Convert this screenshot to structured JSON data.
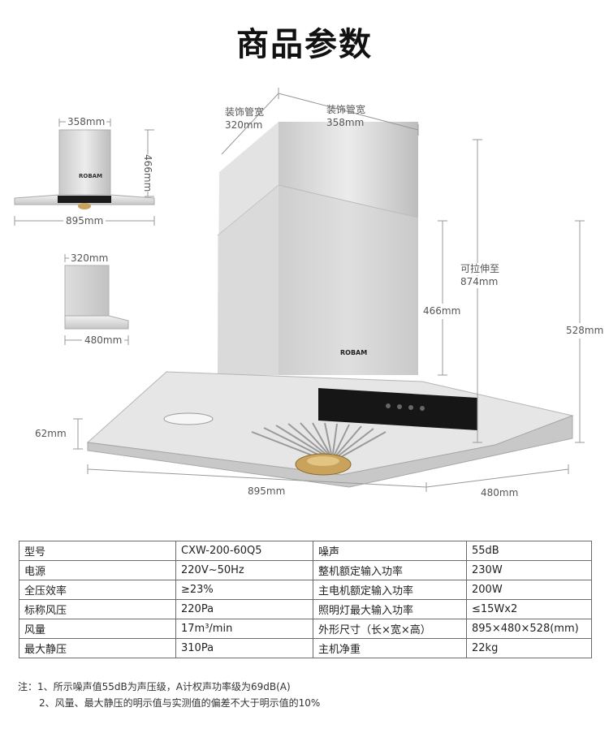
{
  "page": {
    "title": "商品参数"
  },
  "diagram": {
    "front_small": {
      "top_width": "358mm",
      "height": "466mm",
      "width": "895mm",
      "brand": "ROBAM"
    },
    "side_small": {
      "top_width": "320mm",
      "depth": "480mm"
    },
    "main": {
      "pipe_320_label": "装饰管宽",
      "pipe_320_value": "320mm",
      "pipe_358_label": "装饰管宽",
      "pipe_358_value": "358mm",
      "extend_label": "可拉伸至",
      "extend_value": "874mm",
      "pipe_height": "466mm",
      "total_height": "528mm",
      "hood_height": "62mm",
      "width": "895mm",
      "depth": "480mm",
      "brand": "ROBAM"
    }
  },
  "specs": {
    "rows": [
      {
        "k1": "型号",
        "v1": "CXW-200-60Q5",
        "k2": "噪声",
        "v2": "55dB"
      },
      {
        "k1": "电源",
        "v1": "220V~50Hz",
        "k2": "整机额定输入功率",
        "v2": "230W"
      },
      {
        "k1": "全压效率",
        "v1": "≥23%",
        "k2": "主电机额定输入功率",
        "v2": "200W"
      },
      {
        "k1": "标称风压",
        "v1": "220Pa",
        "k2": "照明灯最大输入功率",
        "v2": "≤15Wx2"
      },
      {
        "k1": "风量",
        "v1": "17m³/min",
        "k2": "外形尺寸（长×宽×高）",
        "v2": "895×480×528(mm)"
      },
      {
        "k1": "最大静压",
        "v1": "310Pa",
        "k2": "主机净重",
        "v2": "22kg"
      }
    ]
  },
  "notes": {
    "line1": "注：1、所示噪声值55dB为声压级，A计权声功率级为69dB(A)",
    "line2": "2、风量、最大静压的明示值与实测值的偏差不大于明示值的10%"
  },
  "colors": {
    "steel_light": "#e8e8e8",
    "steel_mid": "#cfcfcf",
    "steel_dark": "#a9a9a9",
    "panel": "#1a1a1a"
  }
}
